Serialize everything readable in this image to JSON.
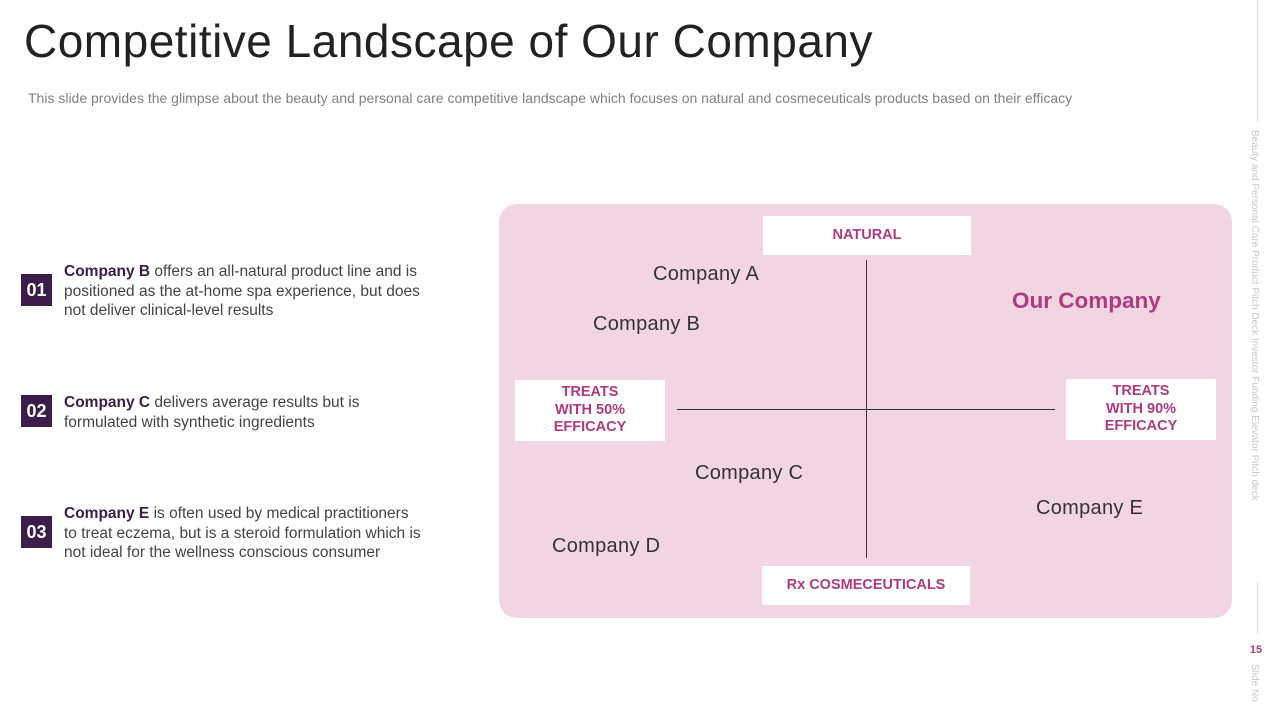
{
  "header": {
    "title": "Competitive Landscape of Our Company",
    "subtitle": "This slide provides the glimpse about the beauty and personal care competitive landscape which focuses on natural and cosmeceuticals products based on their efficacy"
  },
  "points": [
    {
      "number": "01",
      "company": "Company B",
      "text": " offers an all-natural product line and is positioned as the at-home spa experience, but does not deliver clinical-level results"
    },
    {
      "number": "02",
      "company": "Company C",
      "text": " delivers average results but is formulated with synthetic ingredients"
    },
    {
      "number": "03",
      "company": "Company E",
      "text": " is often used by medical practitioners to treat eczema, but is a steroid formulation which is not ideal for the wellness conscious consumer"
    }
  ],
  "matrix": {
    "top_label": "NATURAL",
    "bottom_label": "Rx COSMECEUTICALS",
    "left_label": "TREATS WITH 50% EFFICACY",
    "right_label": "TREATS WITH 90% EFFICACY",
    "companies": {
      "a": "Company A",
      "b": "Company B",
      "c": "Company C",
      "d": "Company D",
      "e": "Company E",
      "ours": "Our Company"
    },
    "accent_color": "#b03a7f",
    "panel_color": "#f1d5e3"
  },
  "sidebar": {
    "deck_title": "Beauty and Personal Care Product Pitch Deck Investor Funding Elevator Pitch deck",
    "slide_number": "15",
    "slide_label": "Slide No"
  }
}
